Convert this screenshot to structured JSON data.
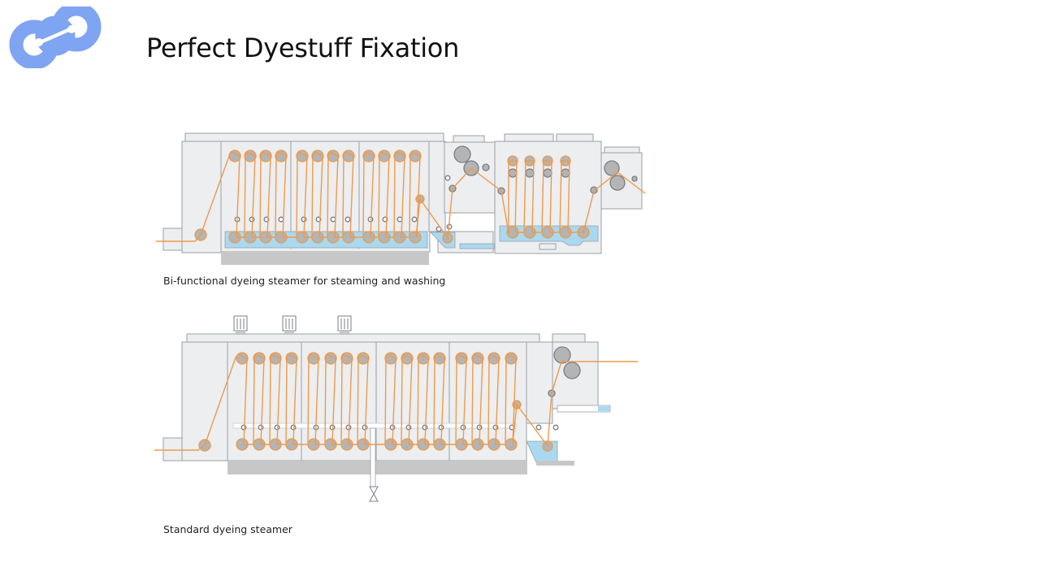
{
  "slide": {
    "title": "Perfect Dyestuff Fixation",
    "logo_icon": "linked-chain-logo",
    "colors": {
      "accent": "#7fa4f2",
      "fabric": "#ef9a4a",
      "roller": "#b4b4b4",
      "machine": "#eceef0",
      "water": "#a9d9f1",
      "base": "#c7c7c7"
    }
  },
  "diagrams": [
    {
      "caption": "Bi-functional dyeing steamer for steaming and washing"
    },
    {
      "caption": "Standard dyeing steamer"
    }
  ]
}
